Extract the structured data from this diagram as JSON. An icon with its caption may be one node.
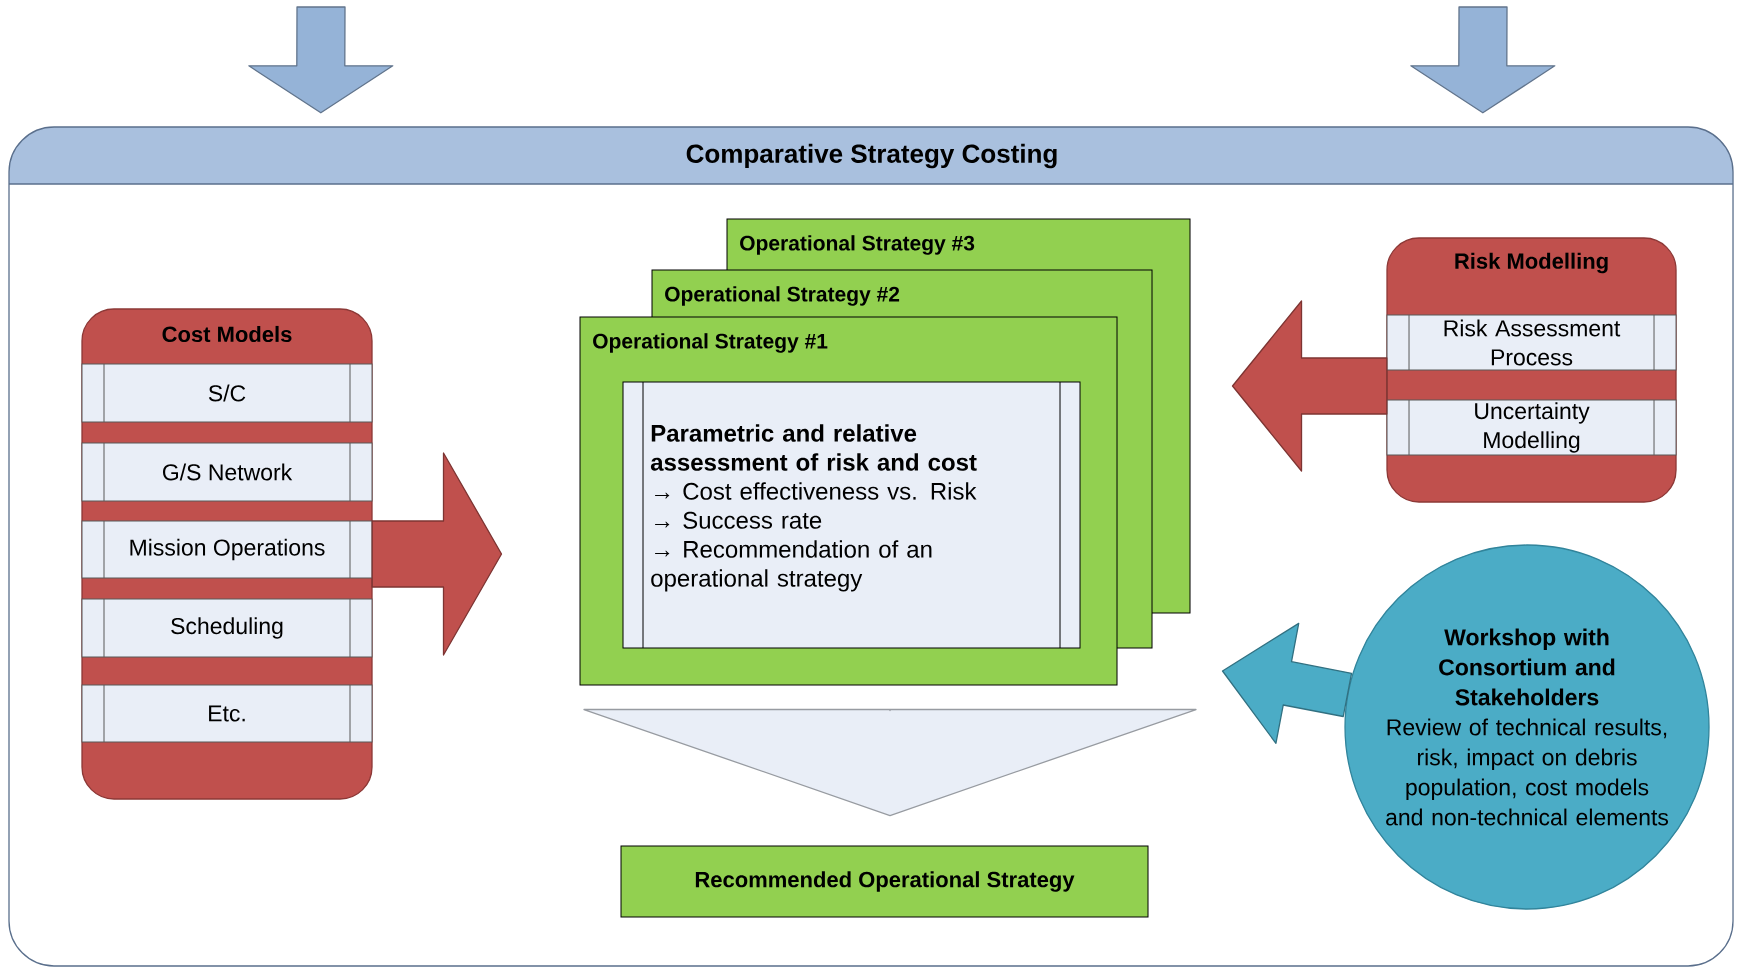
{
  "diagram": {
    "nodes": [
      {
        "text": [
          "Comparative Strategy Costing"
        ]
      },
      {
        "text": [
          "Cost Models"
        ],
        "in": 0
      },
      {
        "text": [
          "S/C"
        ],
        "in": 1
      },
      {
        "text": [
          "G/S Network"
        ],
        "in": 1
      },
      {
        "text": [
          "Mission Operations"
        ],
        "in": 1
      },
      {
        "text": [
          "Scheduling"
        ],
        "in": 1
      },
      {
        "text": [
          "Etc."
        ],
        "in": 1
      },
      {
        "text": [
          "Operational Strategy #3"
        ],
        "in": 0
      },
      {
        "text": [
          "Operational Strategy #2"
        ],
        "in": 0
      },
      {
        "text": [
          "Operational Strategy #1"
        ],
        "in": 0
      },
      {
        "text": [
          "Parametric and relative assessment of risk and cost",
          "→ Cost effectiveness vs. Risk",
          "→ Success rate",
          "→ Recommendation of an operational strategy"
        ],
        "in": 9
      },
      {
        "text": [
          "Risk Modelling"
        ],
        "in": 0
      },
      {
        "text": [
          "Risk Assessment Process"
        ],
        "in": 11
      },
      {
        "text": [
          "Uncertainty Modelling"
        ],
        "in": 11
      },
      {
        "text": [
          "Workshop with Consortium and Stakeholders",
          "Review of technical results, risk, impact on debris population, cost models and non-technical elements"
        ],
        "in": 0
      },
      {
        "text": [
          "Recommended Operational Strategy"
        ],
        "in": 0
      }
    ],
    "edges": [
      {
        "from": null,
        "to": 0,
        "arrow": "to",
        "color": "#95b3d7"
      },
      {
        "from": null,
        "to": 0,
        "arrow": "to",
        "color": "#95b3d7"
      },
      {
        "from": 1,
        "to": 9,
        "arrow": "to",
        "color": "#c0504d"
      },
      {
        "from": 11,
        "to": 9,
        "arrow": "to",
        "color": "#c0504d"
      },
      {
        "from": 14,
        "to": 9,
        "arrow": "to",
        "color": "#4bacc6"
      },
      {
        "from": 9,
        "to": 15,
        "arrow": "to",
        "color": "#e9eef7"
      }
    ]
  }
}
